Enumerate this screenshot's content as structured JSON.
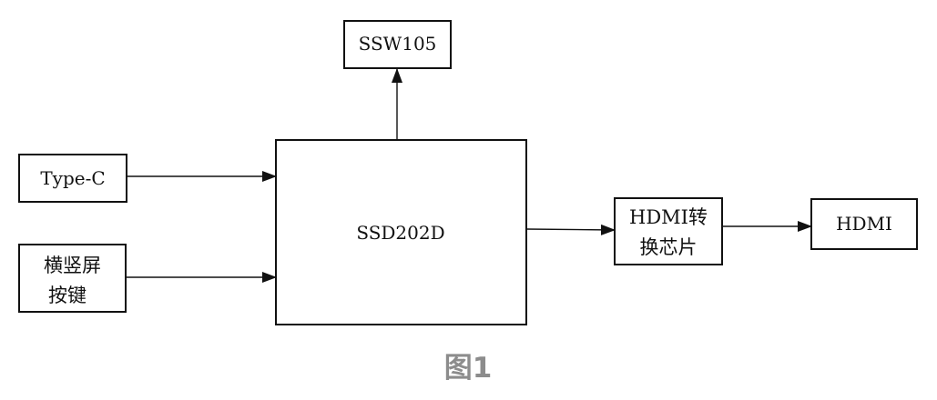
{
  "diagram": {
    "nodes": {
      "ssw105": "SSW105",
      "typec": "Type-C",
      "key_line1": "横竖屏",
      "key_line2": "按键",
      "ssd202d": "SSD202D",
      "hdmi_chip_line1": "HDMI转",
      "hdmi_chip_line2": "换芯片",
      "hdmi": "HDMI"
    },
    "edges": [
      {
        "from": "typec",
        "to": "ssd202d"
      },
      {
        "from": "key",
        "to": "ssd202d"
      },
      {
        "from": "ssd202d",
        "to": "ssw105"
      },
      {
        "from": "ssd202d",
        "to": "hdmi_chip"
      },
      {
        "from": "hdmi_chip",
        "to": "hdmi"
      }
    ]
  },
  "caption": "图1",
  "colors": {
    "line": "#111111",
    "caption": "#8c8c8c",
    "background": "#ffffff"
  }
}
